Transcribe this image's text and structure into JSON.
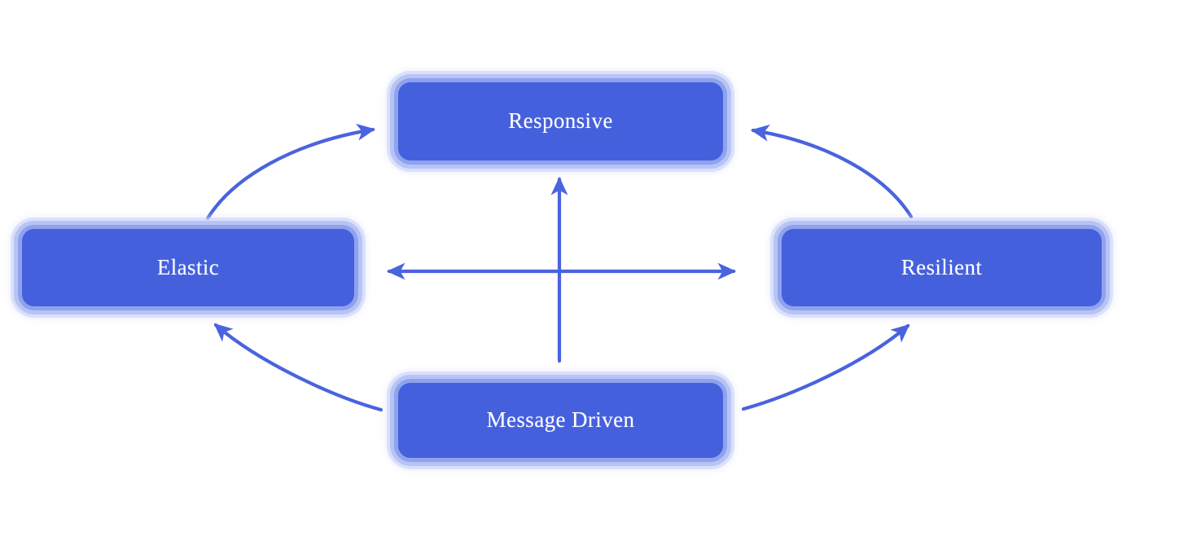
{
  "diagram": {
    "type": "reactive-principles-cycle",
    "background_color": "#ffffff",
    "node_fill_color": "#4560dc",
    "node_glow_color": "#a8b4f0",
    "node_text_color": "#ffffff",
    "arrow_color": "#4a63de",
    "nodes": [
      {
        "id": "responsive",
        "label": "Responsive"
      },
      {
        "id": "elastic",
        "label": "Elastic"
      },
      {
        "id": "resilient",
        "label": "Resilient"
      },
      {
        "id": "message-driven",
        "label": "Message Driven"
      }
    ],
    "connections": [
      {
        "id": "elastic-to-responsive",
        "from": "Elastic",
        "to": "Responsive",
        "style": "curved",
        "arrowheads": "end"
      },
      {
        "id": "resilient-to-responsive",
        "from": "Resilient",
        "to": "Responsive",
        "style": "curved",
        "arrowheads": "end"
      },
      {
        "id": "message-driven-to-elastic",
        "from": "Message Driven",
        "to": "Elastic",
        "style": "curved",
        "arrowheads": "end"
      },
      {
        "id": "message-driven-to-resilient",
        "from": "Message Driven",
        "to": "Resilient",
        "style": "curved",
        "arrowheads": "end"
      },
      {
        "id": "message-driven-to-responsive",
        "from": "Message Driven",
        "to": "Responsive",
        "style": "straight-vertical",
        "arrowheads": "end"
      },
      {
        "id": "elastic-resilient-bidirectional",
        "from": "Elastic",
        "to": "Resilient",
        "style": "straight-horizontal",
        "arrowheads": "both"
      }
    ]
  }
}
